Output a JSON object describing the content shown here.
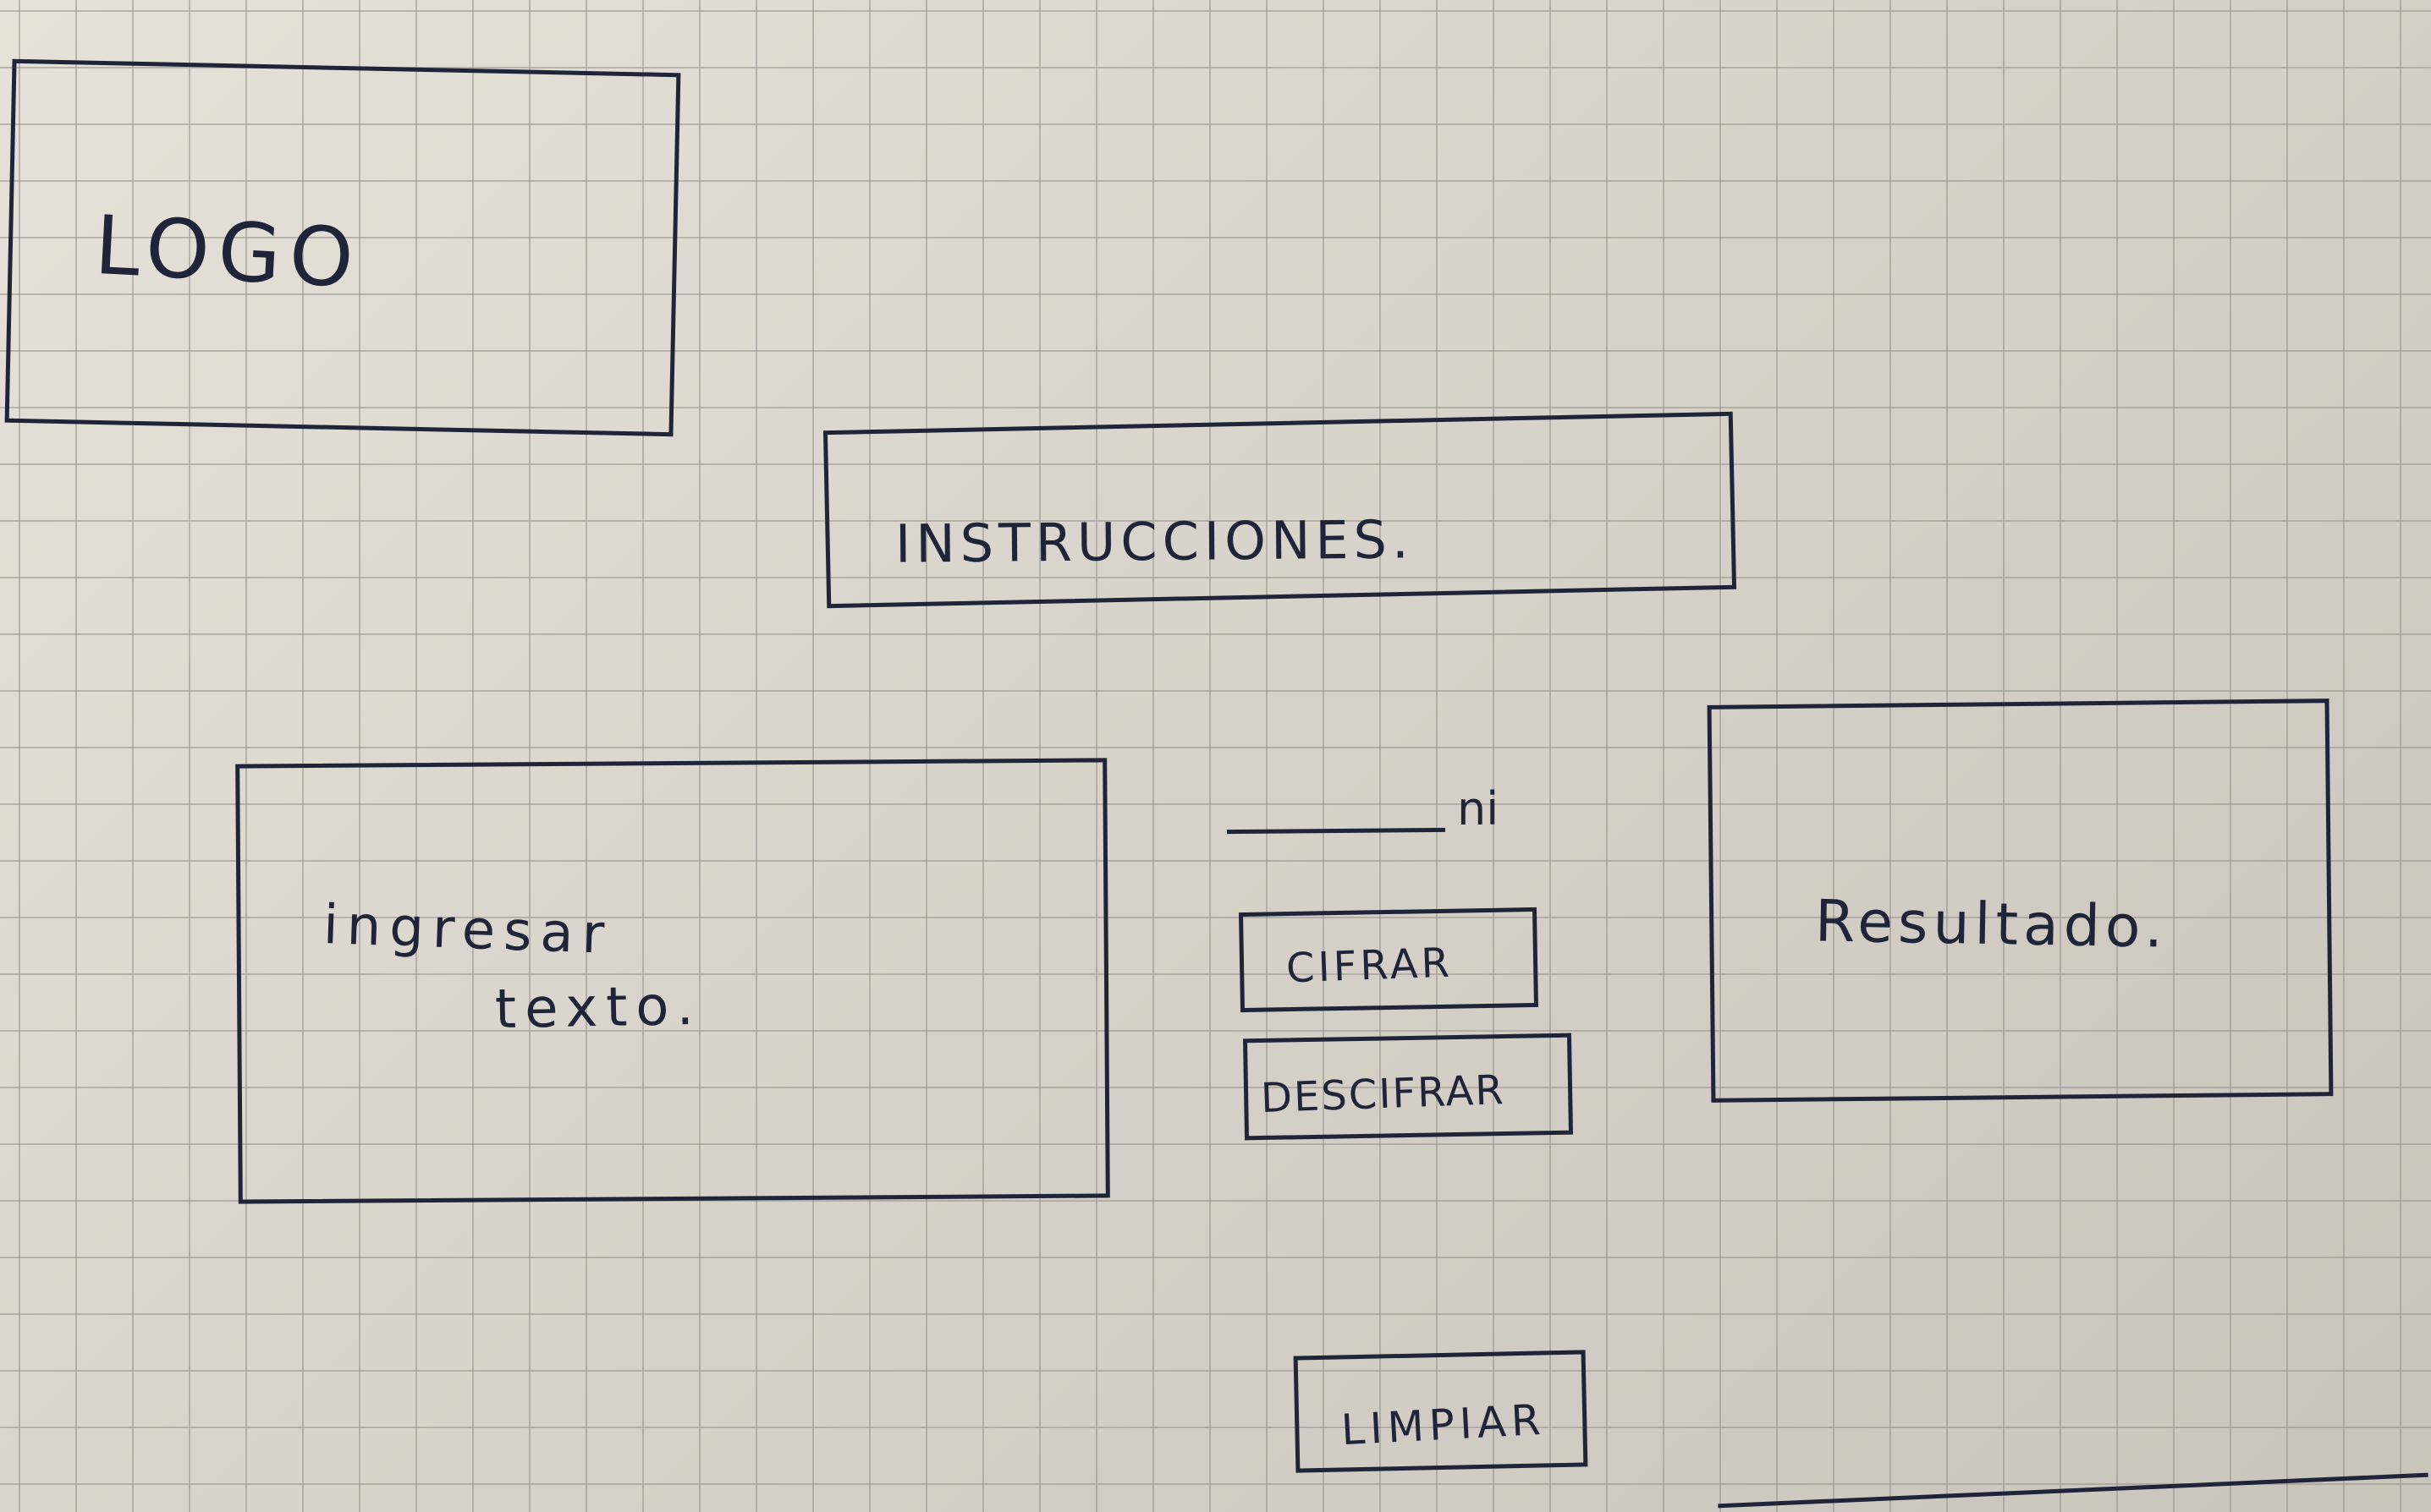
{
  "logo": {
    "text": "LOGO"
  },
  "instructions": {
    "text": "INSTRUCCIONES."
  },
  "input_panel": {
    "text_line1": "ingresar",
    "text_line2": "texto."
  },
  "key_field": {
    "suffix": "ni"
  },
  "buttons": {
    "encrypt": "CIFRAR",
    "decrypt": "DESCIFRAR",
    "clear": "LIMPIAR"
  },
  "result_panel": {
    "text": "Resultado."
  }
}
